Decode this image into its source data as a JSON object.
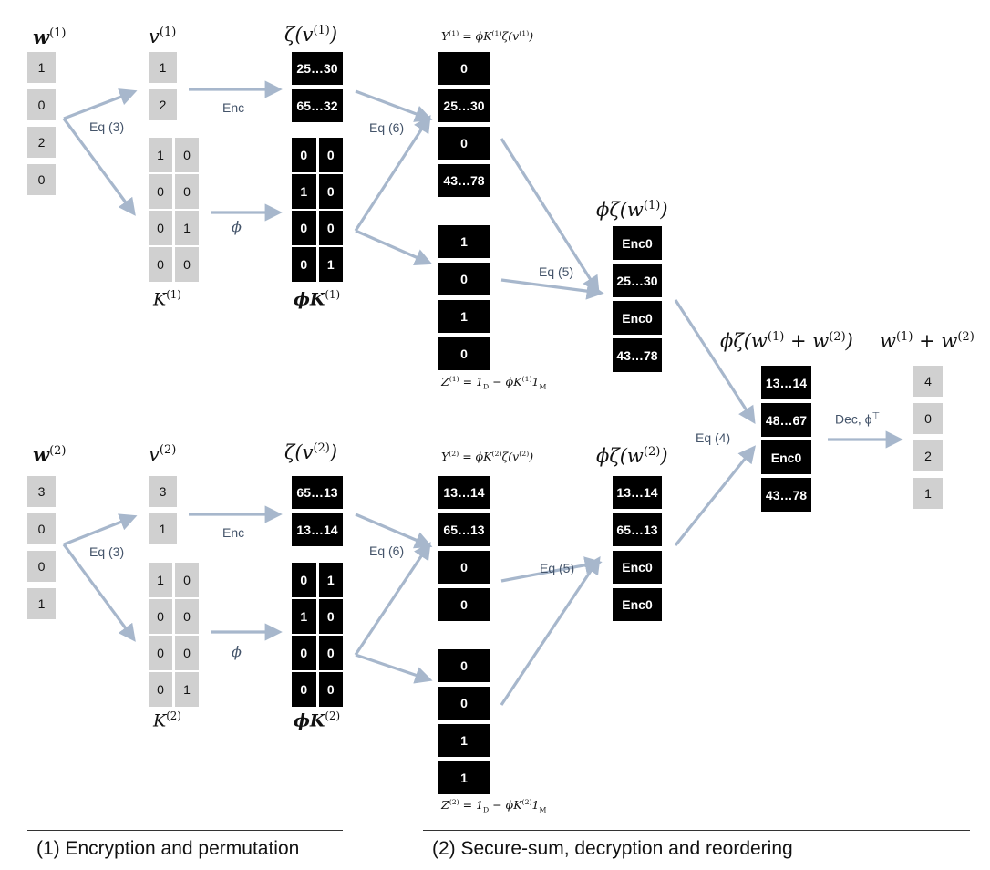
{
  "labels": {
    "w1": "w",
    "w1_sup": "(1)",
    "v1": "v",
    "v1_sup": "(1)",
    "zv1": "ζ(v",
    "zv1_sup": "(1)",
    "zv1_close": ")",
    "k1": "K",
    "k1_sup": "(1)",
    "pk1": "ϕK",
    "pk1_sup": "(1)",
    "y1": "Y",
    "y1_sup": "(1)",
    "y1_eq": " = ϕK",
    "y1_sup2": "(1)",
    "y1_rest": "ζ(v",
    "y1_sup3": "(1)",
    "y1_close": ")",
    "z1": "Z",
    "z1_sup": "(1)",
    "z1_eq": " = 1",
    "z1_sub": "D",
    "z1_mid": " − ϕK",
    "z1_sup2": "(1)",
    "z1_one": "1",
    "z1_sub2": "M",
    "pzw1": "ϕζ(w",
    "pzw1_sup": "(1)",
    "pzw1_close": ")",
    "w2": "w",
    "w2_sup": "(2)",
    "v2": "v",
    "v2_sup": "(2)",
    "zv2": "ζ(v",
    "zv2_sup": "(2)",
    "zv2_close": ")",
    "k2": "K",
    "k2_sup": "(2)",
    "pk2": "ϕK",
    "pk2_sup": "(2)",
    "y2": "Y",
    "y2_sup": "(2)",
    "y2_eq": " = ϕK",
    "y2_sup2": "(2)",
    "y2_rest": "ζ(v",
    "y2_sup3": "(2)",
    "y2_close": ")",
    "z2": "Z",
    "z2_sup": "(2)",
    "z2_eq": " = 1",
    "z2_sub": "D",
    "z2_mid": " − ϕK",
    "z2_sup2": "(2)",
    "z2_one": "1",
    "z2_sub2": "M",
    "pzw2": "ϕζ(w",
    "pzw2_sup": "(2)",
    "pzw2_close": ")",
    "pzsum": "ϕζ(w",
    "pzsum_sup1": "(1)",
    "pzsum_plus": " + w",
    "pzsum_sup2": "(2)",
    "pzsum_close": ")",
    "wsum": "w",
    "wsum_sup1": "(1)",
    "wsum_plus": " + w",
    "wsum_sup2": "(2)"
  },
  "edge_labels": {
    "eq3_top": "Eq (3)",
    "enc_top": "Enc",
    "phi_top": "ϕ",
    "eq6_top": "Eq (6)",
    "eq5_top": "Eq (5)",
    "eq3_bot": "Eq (3)",
    "enc_bot": "Enc",
    "phi_bot": "ϕ",
    "eq6_bot": "Eq (6)",
    "eq5_bot": "Eq (5)",
    "eq4": "Eq (4)",
    "dec": "Dec, ϕ",
    "dec_sup": "⊤"
  },
  "blocks": {
    "w1": [
      "1",
      "0",
      "2",
      "0"
    ],
    "v1": [
      "1",
      "2"
    ],
    "k1": [
      [
        "1",
        "0"
      ],
      [
        "0",
        "0"
      ],
      [
        "0",
        "1"
      ],
      [
        "0",
        "0"
      ]
    ],
    "zv1": [
      "25…30",
      "65…32"
    ],
    "pk1": [
      [
        "0",
        "0"
      ],
      [
        "1",
        "0"
      ],
      [
        "0",
        "0"
      ],
      [
        "0",
        "1"
      ]
    ],
    "y1": [
      "0",
      "25…30",
      "0",
      "43…78"
    ],
    "z1": [
      "1",
      "0",
      "1",
      "0"
    ],
    "pzw1": [
      "Enc0",
      "25…30",
      "Enc0",
      "43…78"
    ],
    "w2": [
      "3",
      "0",
      "0",
      "1"
    ],
    "v2": [
      "3",
      "1"
    ],
    "k2": [
      [
        "1",
        "0"
      ],
      [
        "0",
        "0"
      ],
      [
        "0",
        "0"
      ],
      [
        "0",
        "1"
      ]
    ],
    "zv2": [
      "65…13",
      "13…14"
    ],
    "pk2": [
      [
        "0",
        "1"
      ],
      [
        "1",
        "0"
      ],
      [
        "0",
        "0"
      ],
      [
        "0",
        "0"
      ]
    ],
    "y2": [
      "13…14",
      "65…13",
      "0",
      "0"
    ],
    "z2": [
      "0",
      "0",
      "1",
      "1"
    ],
    "pzw2": [
      "13…14",
      "65…13",
      "Enc0",
      "Enc0"
    ],
    "pzsum": [
      "13…14",
      "48…67",
      "Enc0",
      "43…78"
    ],
    "wsum": [
      "4",
      "0",
      "2",
      "1"
    ]
  },
  "footer": {
    "left": "(1) Encryption and permutation",
    "right": "(2) Secure-sum, decryption and reordering"
  },
  "colors": {
    "arrow": "#a7b7cc",
    "edge_text": "#44546a",
    "gray_cell": "#d0d0d0",
    "black_cell": "#000000"
  }
}
